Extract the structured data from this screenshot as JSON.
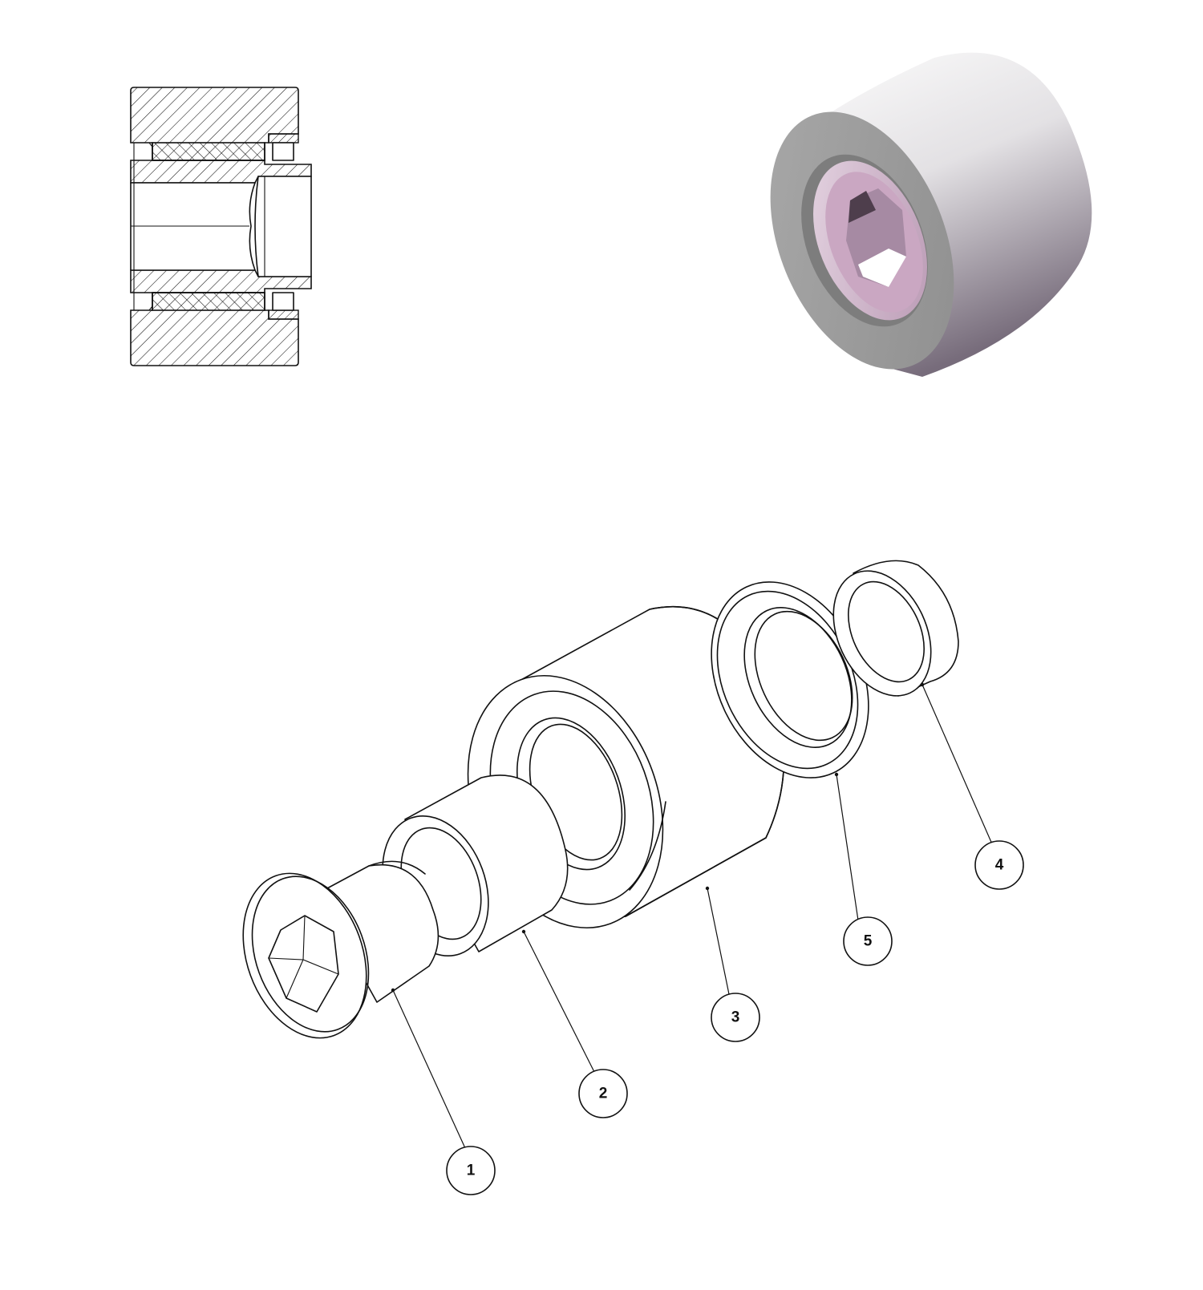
{
  "balloons": [
    {
      "label": "1",
      "part": "socket-head-screw"
    },
    {
      "label": "2",
      "part": "inner-sleeve"
    },
    {
      "label": "3",
      "part": "outer-roller"
    },
    {
      "label": "4",
      "part": "end-collar"
    },
    {
      "label": "5",
      "part": "retaining-ring"
    }
  ],
  "colors": {
    "line": "#111111",
    "render_face": "#9a9a9a",
    "render_body_light": "#f4f4f4",
    "render_body_dark": "#7a6f7e",
    "render_bore": "#c6a9c0"
  }
}
